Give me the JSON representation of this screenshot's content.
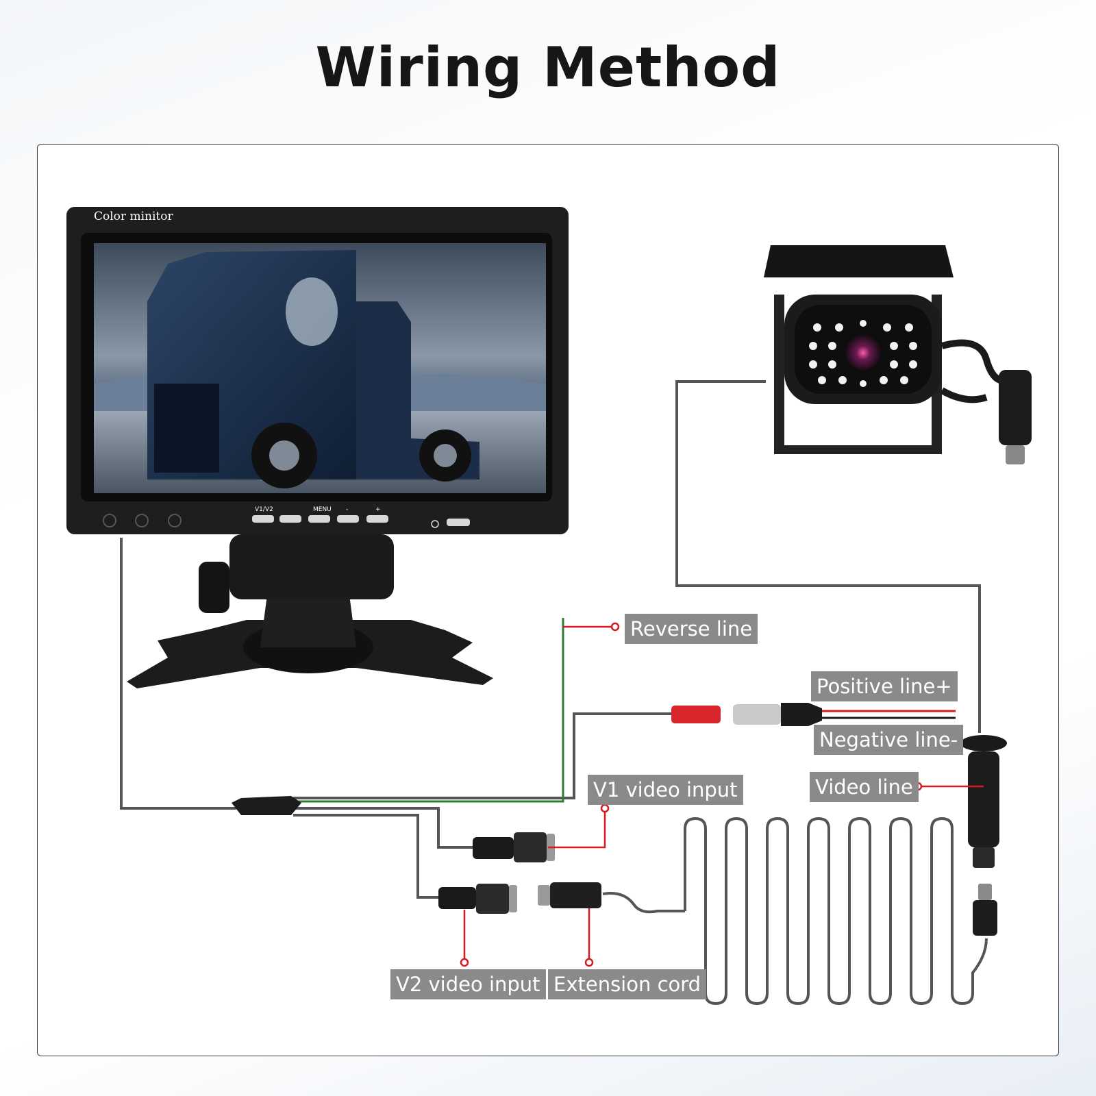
{
  "header": {
    "title": "Wiring Method"
  },
  "monitor": {
    "brand_text": "Color minitor",
    "buttons": [
      "V1/V2",
      "MENU",
      "-",
      "+"
    ]
  },
  "labels": {
    "reverse_line": "Reverse line",
    "positive_line": "Positive line+",
    "negative_line": "Negative line-",
    "v1_video_input": "V1 video input",
    "video_line": "Video line",
    "v2_video_input": "V2 video input",
    "extension_cord": "Extension cord"
  },
  "colors": {
    "cable": "#555555",
    "callout": "#d71920",
    "green_wire": "#2e7d32",
    "label_bg": "#8a8a8a"
  }
}
